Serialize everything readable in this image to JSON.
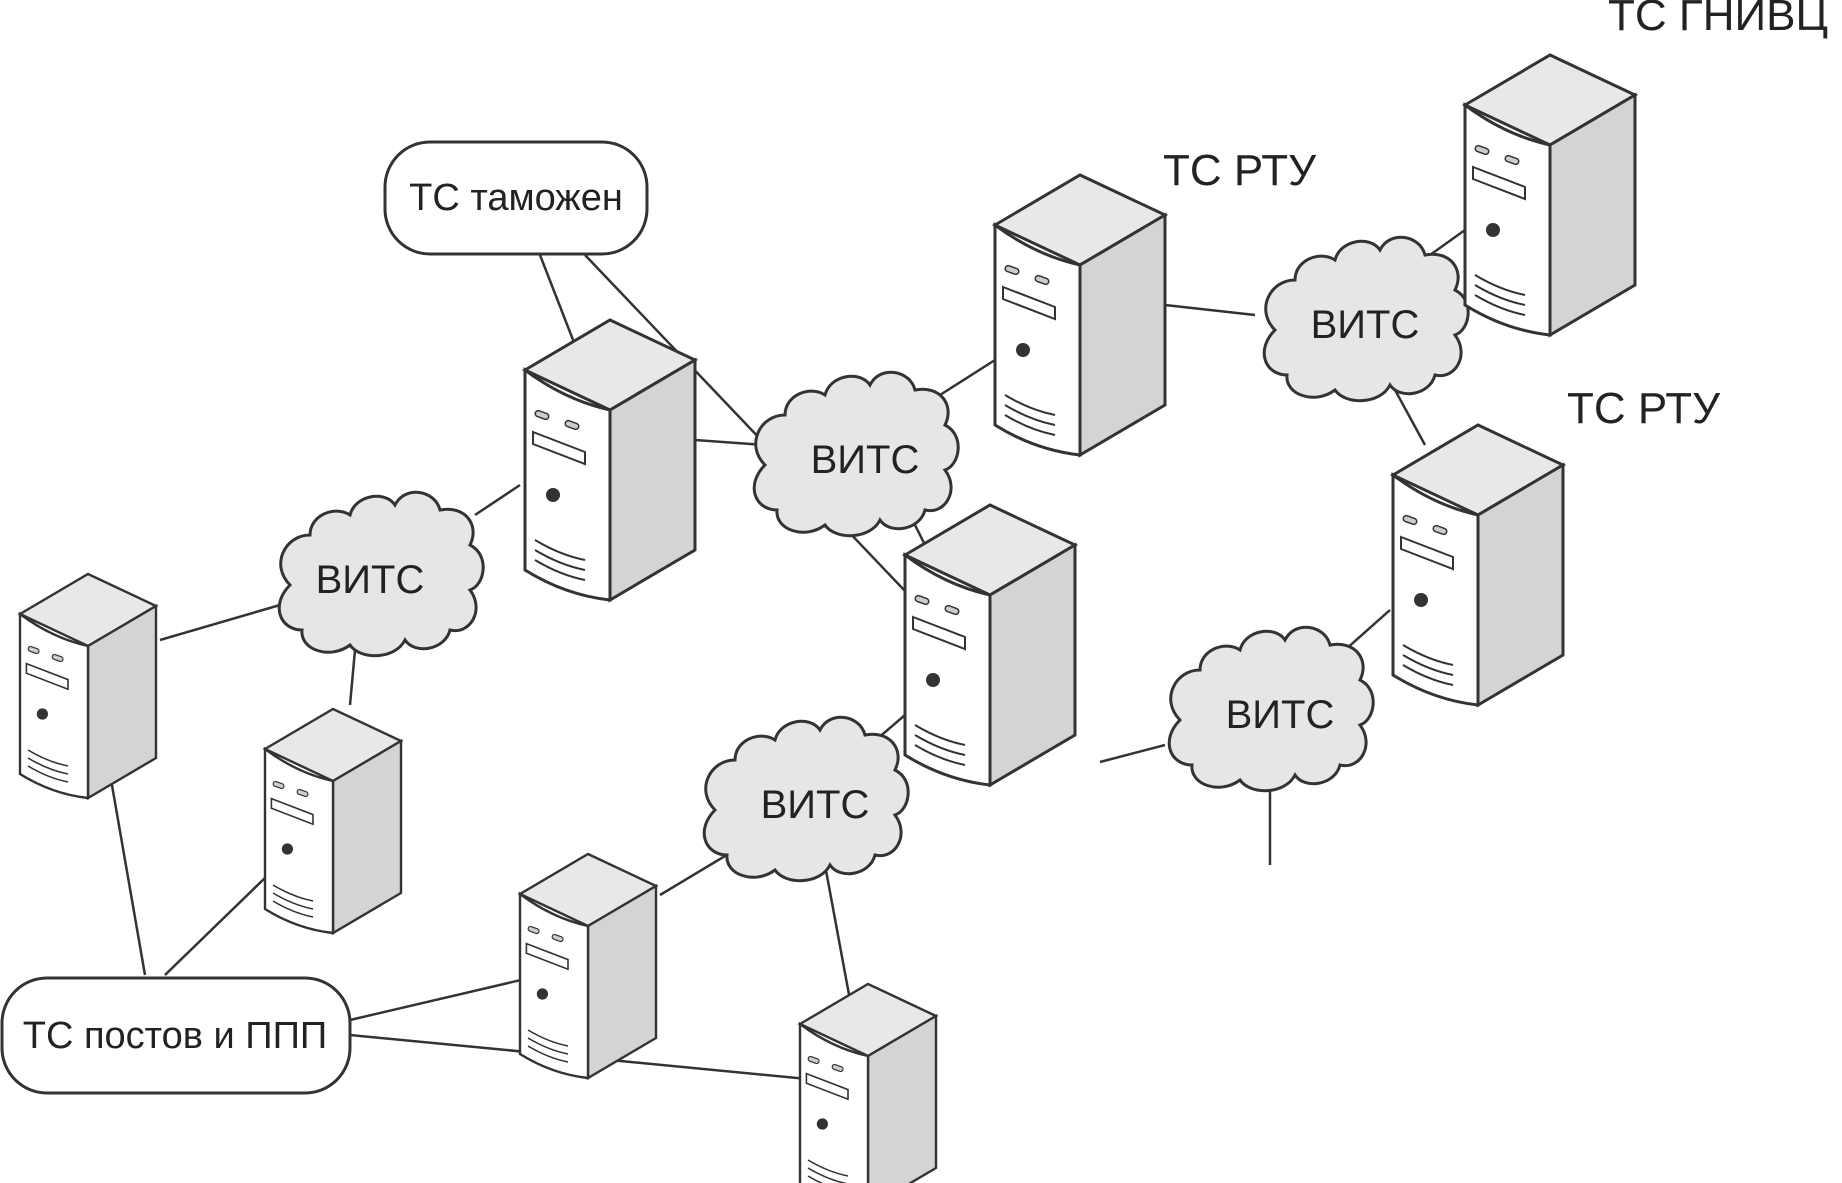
{
  "diagram": {
    "title": "Сеть передачи данных таможенных органов",
    "colors": {
      "line": "#333333",
      "cloud_fill": "#e6e6e6",
      "server_front": "#ffffff",
      "server_side": "#d4d4d4",
      "server_top": "#e8e8e8"
    },
    "labels": {
      "customs": "ТС таможен",
      "posts": "ТС постов и ППП",
      "rtu1": "ТС РТУ",
      "rtu2": "ТС РТУ",
      "gnivc": "ТС ГНИВЦ"
    },
    "clouds": [
      {
        "id": "c1",
        "label": "ВИТС"
      },
      {
        "id": "c2",
        "label": "ВИТС"
      },
      {
        "id": "c3",
        "label": "ВИТС"
      },
      {
        "id": "c4",
        "label": "ВИТС"
      },
      {
        "id": "c5",
        "label": "ВИТС"
      }
    ],
    "servers": [
      "s-left",
      "s-mid-left",
      "s-customs",
      "s-center",
      "s-rtu1",
      "s-gnivc",
      "s-rtu2",
      "s-bottom1",
      "s-bottom2"
    ]
  }
}
